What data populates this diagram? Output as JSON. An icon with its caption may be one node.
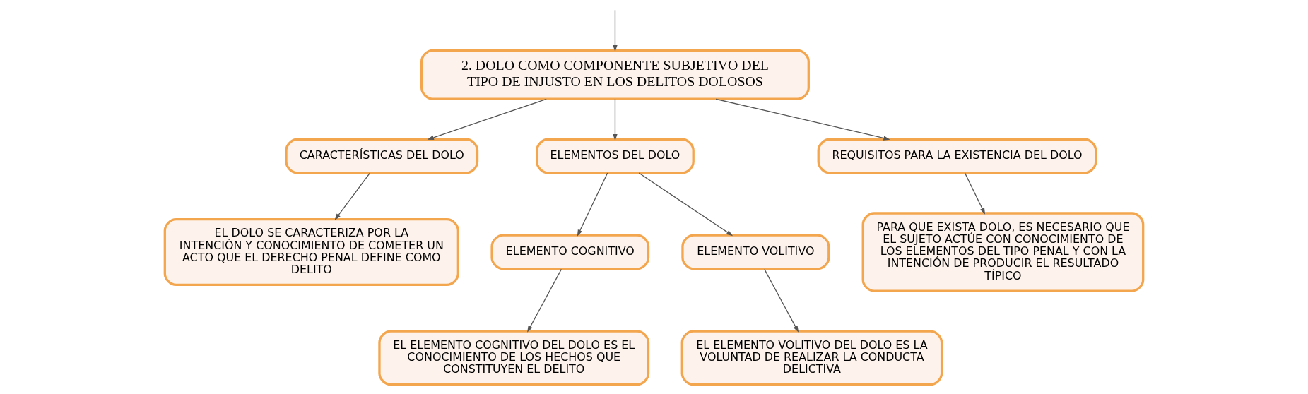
{
  "diagram": {
    "nodes": [
      {
        "text": [
          "2. DOLO COMO COMPONENTE SUBJETIVO DEL TIPO DE INJUSTO EN LOS DELITOS DOLOSOS"
        ]
      },
      {
        "text": [
          "CARACTERÍSTICAS DEL DOLO"
        ]
      },
      {
        "text": [
          "ELEMENTOS DEL DOLO"
        ]
      },
      {
        "text": [
          "REQUISITOS PARA LA EXISTENCIA DEL DOLO"
        ]
      },
      {
        "text": [
          "EL DOLO SE CARACTERIZA POR LA INTENCIÓN Y CONOCIMIENTO DE COMETER UN ACTO QUE EL DERECHO PENAL DEFINE COMO DELITO"
        ]
      },
      {
        "text": [
          "ELEMENTO COGNITIVO"
        ]
      },
      {
        "text": [
          "ELEMENTO VOLITIVO"
        ]
      },
      {
        "text": [
          "EL ELEMENTO COGNITIVO DEL DOLO ES EL CONOCIMIENTO DE LOS HECHOS QUE CONSTITUYEN EL DELITO"
        ]
      },
      {
        "text": [
          "EL ELEMENTO VOLITIVO DEL DOLO ES LA VOLUNTAD DE REALIZAR LA CONDUCTA DELICTIVA"
        ]
      },
      {
        "text": [
          "PARA QUE EXISTA DOLO, ES NECESARIO QUE EL SUJETO ACTÚE CON CONOCIMIENTO DE LOS ELEMENTOS DEL TIPO PENAL Y CON LA INTENCIÓN DE PRODUCIR EL RESULTADO TÍPICO"
        ]
      }
    ],
    "edges": [
      {
        "from": null,
        "to": 0,
        "arrow": "to"
      },
      {
        "from": 0,
        "to": 1,
        "arrow": "to"
      },
      {
        "from": 0,
        "to": 2,
        "arrow": "to"
      },
      {
        "from": 0,
        "to": 3,
        "arrow": "to"
      },
      {
        "from": 1,
        "to": 4,
        "arrow": "to"
      },
      {
        "from": 2,
        "to": 5,
        "arrow": "to"
      },
      {
        "from": 2,
        "to": 6,
        "arrow": "to"
      },
      {
        "from": 5,
        "to": 7,
        "arrow": "to"
      },
      {
        "from": 6,
        "to": 8,
        "arrow": "to"
      },
      {
        "from": 3,
        "to": 9,
        "arrow": "to"
      }
    ]
  }
}
